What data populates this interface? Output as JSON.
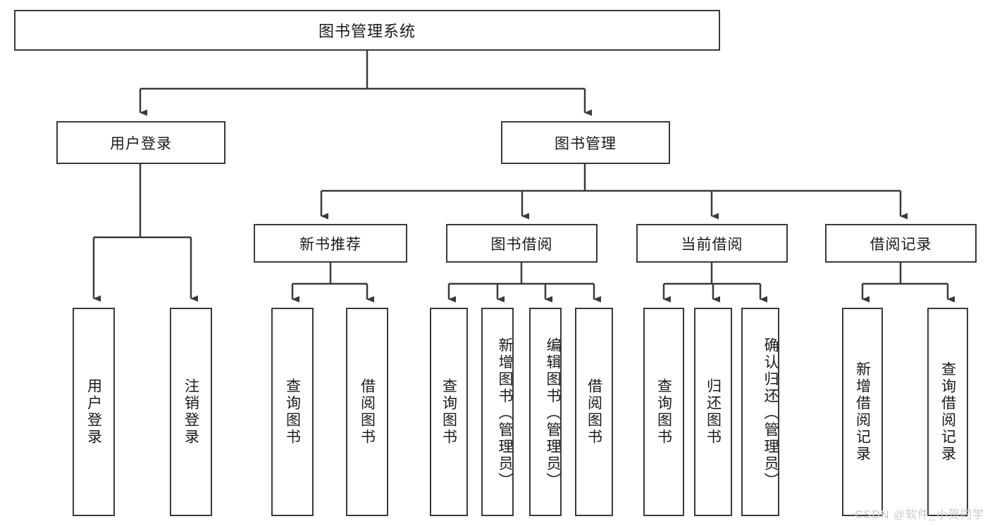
{
  "diagram": {
    "title": "图书管理系统",
    "type": "tree",
    "root": {
      "label": "图书管理系统"
    },
    "level1": [
      {
        "label": "用户登录"
      },
      {
        "label": "图书管理"
      }
    ],
    "level2": [
      {
        "label": "新书推荐"
      },
      {
        "label": "图书借阅"
      },
      {
        "label": "当前借阅"
      },
      {
        "label": "借阅记录"
      }
    ],
    "leaves": {
      "user_login": [
        {
          "label": "用户登录"
        },
        {
          "label": "注销登录"
        }
      ],
      "new_book_recommend": [
        {
          "label": "查询图书"
        },
        {
          "label": "借阅图书"
        }
      ],
      "book_borrow": [
        {
          "label": "查询图书"
        },
        {
          "label": "新增图书（管理员）"
        },
        {
          "label": "编辑图书（管理员）"
        },
        {
          "label": "借阅图书"
        }
      ],
      "current_borrow": [
        {
          "label": "查询图书"
        },
        {
          "label": "归还图书"
        },
        {
          "label": "确认归还（管理员）"
        }
      ],
      "borrow_record": [
        {
          "label": "新增借阅记录"
        },
        {
          "label": "查询借阅记录"
        }
      ]
    }
  },
  "watermark": {
    "text": "CSDN @软件_小贺同学"
  },
  "colors": {
    "background": "#ffffff",
    "border": "#3a3a3a",
    "text": "#1a1a1a",
    "watermark": "#c9c9c9"
  }
}
